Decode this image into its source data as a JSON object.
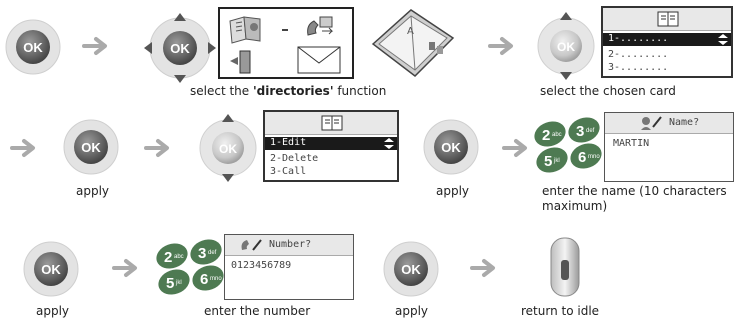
{
  "captions": {
    "row1_a_pre": "select the ",
    "row1_a_bold": "'directories'",
    "row1_a_post": " function",
    "row1_b": "select the chosen card",
    "row2_a": "apply",
    "row2_b": "apply",
    "row2_c": "enter the name (10 characters",
    "row2_c2": "maximum)",
    "row3_a": "apply",
    "row3_b": "enter the number",
    "row3_c": "apply",
    "row3_d": "return to idle"
  },
  "ok_label": "OK",
  "card_list": [
    "1-........",
    "2-........",
    "3-........"
  ],
  "edit_menu": [
    "1-Edit",
    "2-Delete",
    "3-Call"
  ],
  "name_screen": {
    "title": "Name?",
    "value": "MARTIN"
  },
  "number_screen": {
    "title": "Number?",
    "value": "0123456789"
  },
  "keypad": [
    {
      "digit": "2",
      "letters": "abc"
    },
    {
      "digit": "3",
      "letters": "def"
    },
    {
      "digit": "5",
      "letters": "jkl"
    },
    {
      "digit": "6",
      "letters": "mno"
    }
  ],
  "colors": {
    "arrow": "#aaaaaa",
    "key_green": "#4e7a52",
    "nav_ring": "#e0e0e0",
    "nav_arrow": "#555555",
    "lcd_select": "#1a1a1a"
  }
}
